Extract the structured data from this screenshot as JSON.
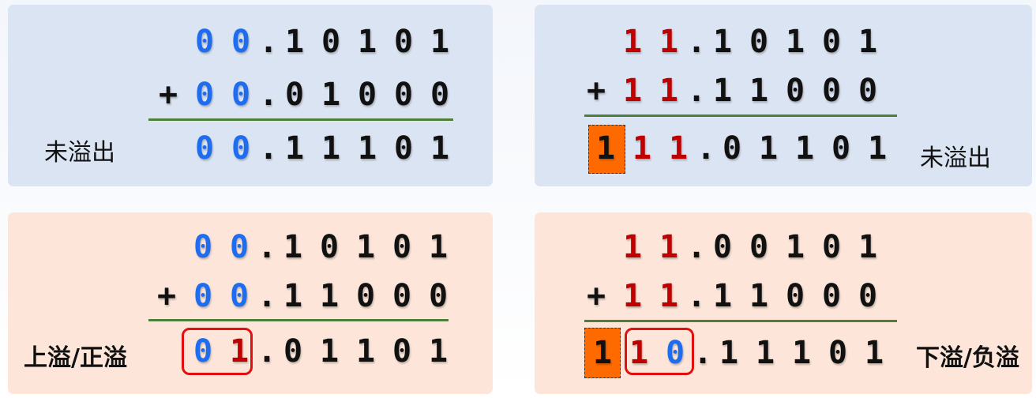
{
  "plus": "+",
  "dot": ".",
  "labels": {
    "no_overflow": "未溢出",
    "overflow_pos": "上溢/正溢",
    "overflow_neg": "下溢/负溢"
  },
  "q1": {
    "a": {
      "sign": [
        "0",
        "0"
      ],
      "frac": [
        "1",
        "0",
        "1",
        "0",
        "1"
      ]
    },
    "b": {
      "sign": [
        "0",
        "0"
      ],
      "frac": [
        "0",
        "1",
        "0",
        "0",
        "0"
      ]
    },
    "r": {
      "sign": [
        "0",
        "0"
      ],
      "frac": [
        "1",
        "1",
        "1",
        "0",
        "1"
      ]
    }
  },
  "q2": {
    "a": {
      "sign": [
        "1",
        "1"
      ],
      "frac": [
        "1",
        "0",
        "1",
        "0",
        "1"
      ]
    },
    "b": {
      "sign": [
        "1",
        "1"
      ],
      "frac": [
        "1",
        "1",
        "0",
        "0",
        "0"
      ]
    },
    "r": {
      "carry": "1",
      "sign": [
        "1",
        "1"
      ],
      "frac": [
        "0",
        "1",
        "1",
        "0",
        "1"
      ]
    }
  },
  "q3": {
    "a": {
      "sign": [
        "0",
        "0"
      ],
      "frac": [
        "1",
        "0",
        "1",
        "0",
        "1"
      ]
    },
    "b": {
      "sign": [
        "0",
        "0"
      ],
      "frac": [
        "1",
        "1",
        "0",
        "0",
        "0"
      ]
    },
    "r": {
      "sign": [
        "0",
        "1"
      ],
      "frac": [
        "0",
        "1",
        "1",
        "0",
        "1"
      ]
    }
  },
  "q4": {
    "a": {
      "sign": [
        "1",
        "1"
      ],
      "frac": [
        "0",
        "0",
        "1",
        "0",
        "1"
      ]
    },
    "b": {
      "sign": [
        "1",
        "1"
      ],
      "frac": [
        "1",
        "1",
        "0",
        "0",
        "0"
      ]
    },
    "r": {
      "carry": "1",
      "sign": [
        "1",
        "0"
      ],
      "frac": [
        "1",
        "1",
        "1",
        "0",
        "1"
      ]
    }
  }
}
